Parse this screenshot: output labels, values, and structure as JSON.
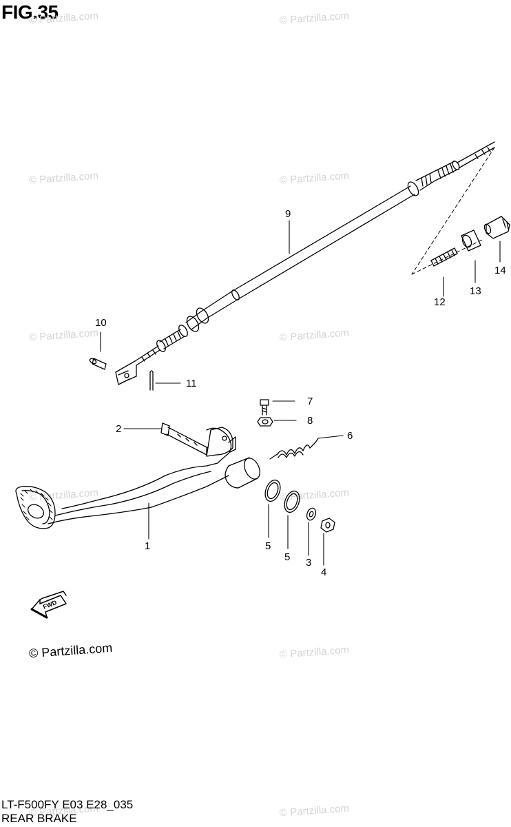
{
  "figure": {
    "title": "FIG.35",
    "code": "LT-F500FY E03 E28_035",
    "caption": "REAR BRAKE"
  },
  "watermark": {
    "text": "© Partzilla.com"
  },
  "fwd_label": "FWD",
  "callouts": {
    "c1": "1",
    "c2": "2",
    "c3": "3",
    "c4": "4",
    "c5a": "5",
    "c5b": "5",
    "c6": "6",
    "c7": "7",
    "c8": "8",
    "c9": "9",
    "c10": "10",
    "c11": "11",
    "c12": "12",
    "c13": "13",
    "c14": "14"
  }
}
